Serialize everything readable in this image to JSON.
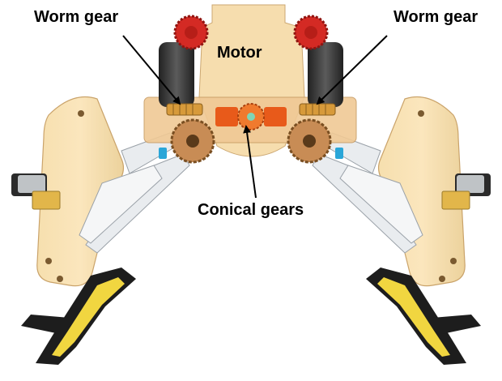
{
  "labels": {
    "worm_gear_left": "Worm gear",
    "worm_gear_right": "Worm gear",
    "motor": "Motor",
    "conical_gears": "Conical gears"
  },
  "colors": {
    "body": "#f3d9a4",
    "body_dark": "#e2bd7f",
    "brass": "#d79a3a",
    "red_gear": "#d42a24",
    "orange_gear": "#e85a1a",
    "motor_dark": "#3a3a3a",
    "linkage": "#e9ecef",
    "foot_black": "#1d1d1d",
    "foot_yellow": "#f1d640",
    "blue_clip": "#2aa6d8",
    "arrow": "#000000"
  }
}
